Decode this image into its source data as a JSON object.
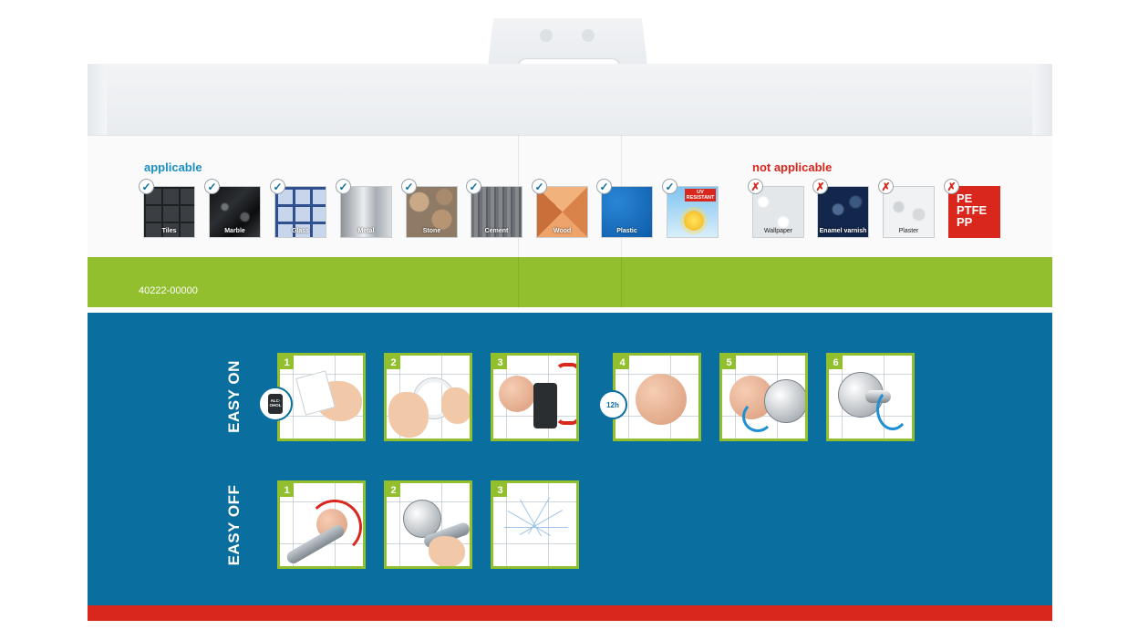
{
  "header": {
    "applicable_label": "applicable",
    "not_applicable_label": "not applicable",
    "applicable_color": "#1a8fc2",
    "not_applicable_color": "#d9271d"
  },
  "applicable_surfaces": [
    {
      "label": "Tiles",
      "icon": "check-icon"
    },
    {
      "label": "Marble",
      "icon": "check-icon"
    },
    {
      "label": "Glass",
      "icon": "check-icon"
    },
    {
      "label": "Metal",
      "icon": "check-icon"
    },
    {
      "label": "Stone",
      "icon": "check-icon"
    },
    {
      "label": "Cement",
      "icon": "check-icon"
    },
    {
      "label": "Wood",
      "icon": "check-icon"
    },
    {
      "label": "Plastic",
      "icon": "check-icon"
    },
    {
      "label": "UV RESISTANT",
      "icon": "check-icon"
    }
  ],
  "not_applicable_surfaces": [
    {
      "label": "Wallpaper",
      "icon": "cross-icon"
    },
    {
      "label": "Enamel varnish",
      "icon": "cross-icon"
    },
    {
      "label": "Plaster",
      "icon": "cross-icon"
    },
    {
      "label": "PE\nPTFE\nPP",
      "icon": "cross-icon"
    }
  ],
  "article_number": "40222-00000",
  "easy_on": {
    "label": "EASY ON",
    "steps": [
      "1",
      "2",
      "3",
      "4",
      "5",
      "6"
    ],
    "bottle_text": "ALC-OHOL",
    "wait_badge": "12h"
  },
  "easy_off": {
    "label": "EASY OFF",
    "steps": [
      "1",
      "2",
      "3"
    ]
  },
  "colors": {
    "green": "#92bf2e",
    "blue": "#0a6f9e",
    "red": "#d9271d"
  }
}
